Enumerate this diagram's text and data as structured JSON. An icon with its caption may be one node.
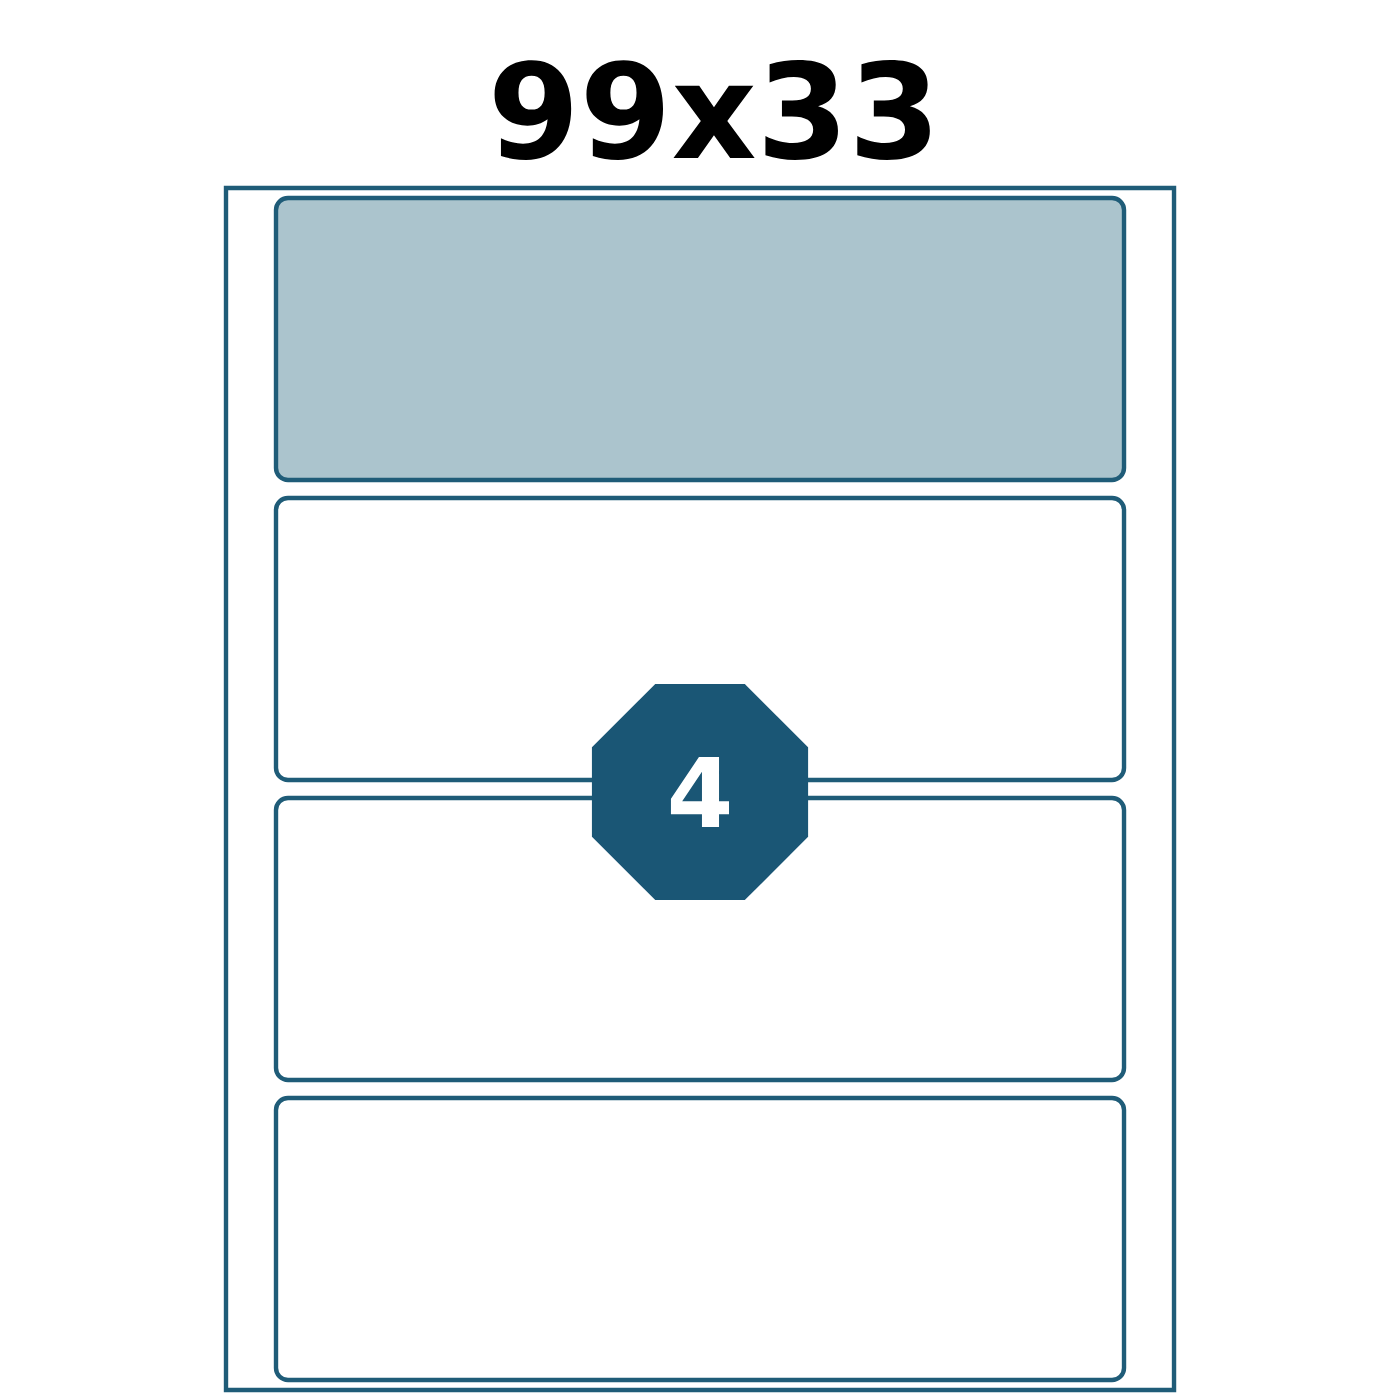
{
  "diagram": {
    "title": "99x33",
    "nodes": [
      {
        "text": [],
        "shape": "box"
      },
      {
        "text": [],
        "shape": "box",
        "in": 0
      },
      {
        "text": [],
        "shape": "box",
        "in": 0
      },
      {
        "text": [],
        "shape": "box",
        "in": 0
      },
      {
        "text": [],
        "shape": "box",
        "in": 0
      },
      {
        "text": [
          "4"
        ],
        "in": 0
      }
    ]
  }
}
